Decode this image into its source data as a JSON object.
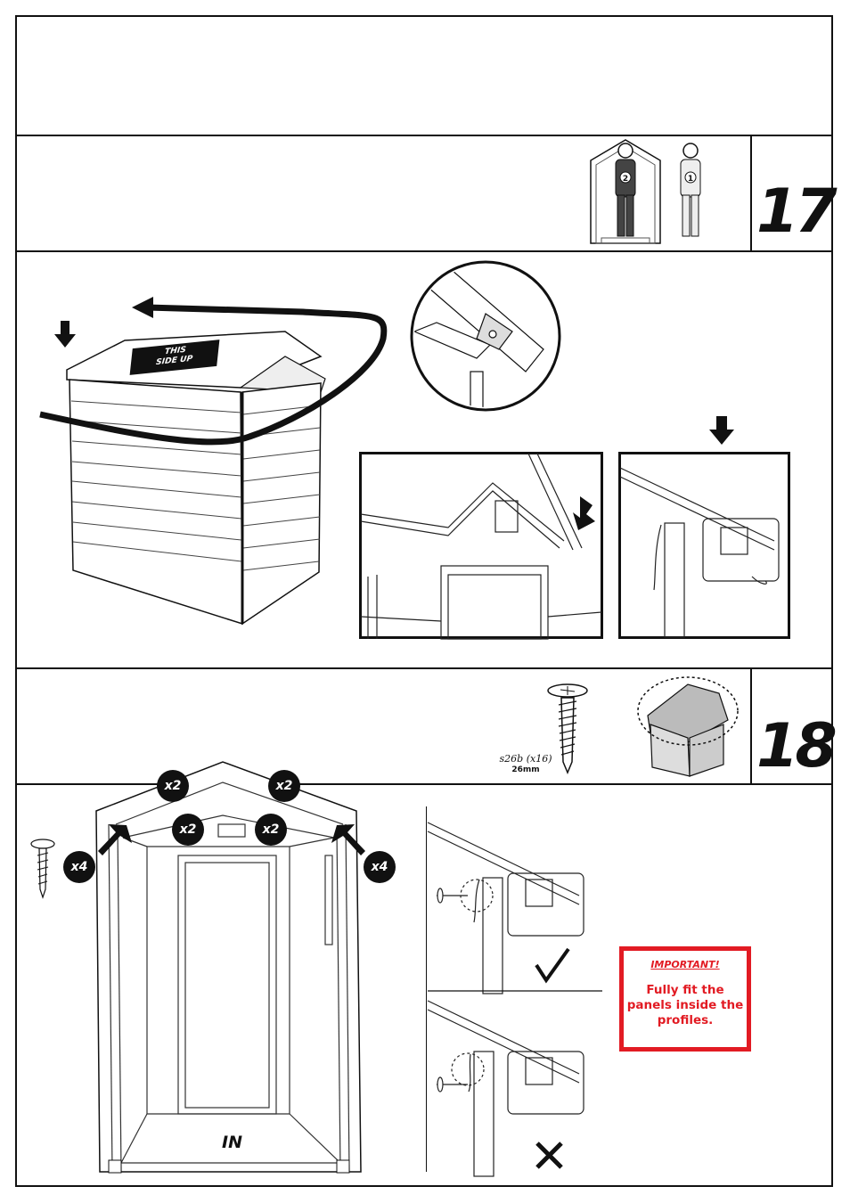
{
  "steps": [
    {
      "number": "17",
      "people": [
        "2",
        "1"
      ]
    },
    {
      "number": "18"
    }
  ],
  "step17": {
    "sign_text_line1": "THIS",
    "sign_text_line2": "SIDE UP"
  },
  "step18": {
    "screw": {
      "code": "s26b (x16)",
      "length": "26mm"
    },
    "badges": {
      "top_left": "x2",
      "top_right": "x2",
      "inner_left": "x2",
      "inner_right": "x2",
      "side_left": "x4",
      "side_right": "x4",
      "screw_side": "x4"
    },
    "in_label": "IN",
    "important_title": "IMPORTANT!",
    "important_body": "Fully fit the panels inside the profiles."
  }
}
